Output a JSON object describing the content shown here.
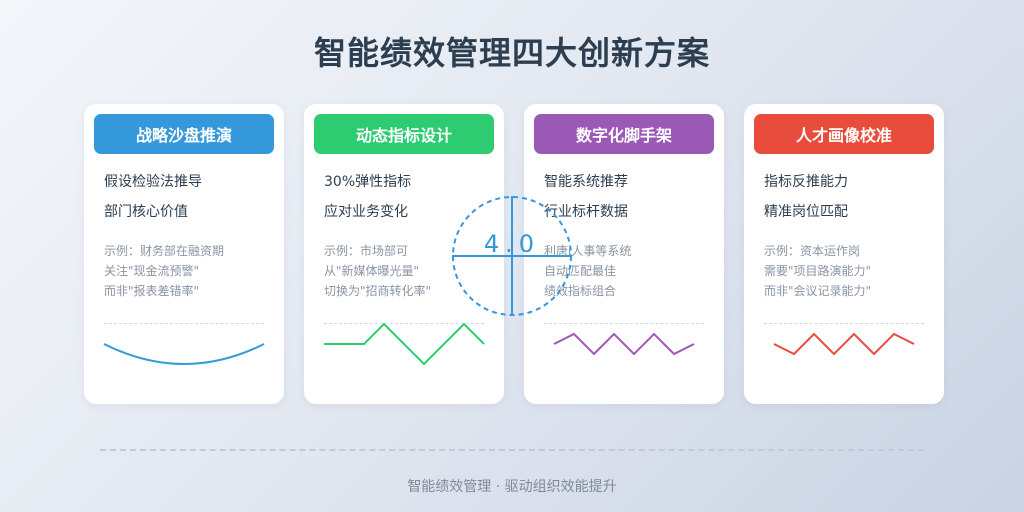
{
  "title": "智能绩效管理四大创新方案",
  "center_label": "4.0",
  "footer": "智能绩效管理 · 驱动组织效能提升",
  "colors": {
    "blue": "#3498db",
    "green": "#2ecc71",
    "purple": "#9b59b6",
    "red": "#e74c3c"
  },
  "cards": [
    {
      "header": "战略沙盘推演",
      "point1": "假设检验法推导",
      "point2": "部门核心价值",
      "example": [
        "示例：财务部在融资期",
        "关注\"现金流预警\"",
        "而非\"报表差错率\""
      ]
    },
    {
      "header": "动态指标设计",
      "point1": "30%弹性指标",
      "point2": "应对业务变化",
      "example": [
        "示例：市场部可",
        "从\"新媒体曝光量\"",
        "切换为\"招商转化率\""
      ]
    },
    {
      "header": "数字化脚手架",
      "point1": "智能系统推荐",
      "point2": "行业标杆数据",
      "example": [
        "利唐i人事等系统",
        "自动匹配最佳",
        "绩效指标组合"
      ]
    },
    {
      "header": "人才画像校准",
      "point1": "指标反推能力",
      "point2": "精准岗位匹配",
      "example": [
        "示例：资本运作岗",
        "需要\"项目路演能力\"",
        "而非\"会议记录能力\""
      ]
    }
  ]
}
